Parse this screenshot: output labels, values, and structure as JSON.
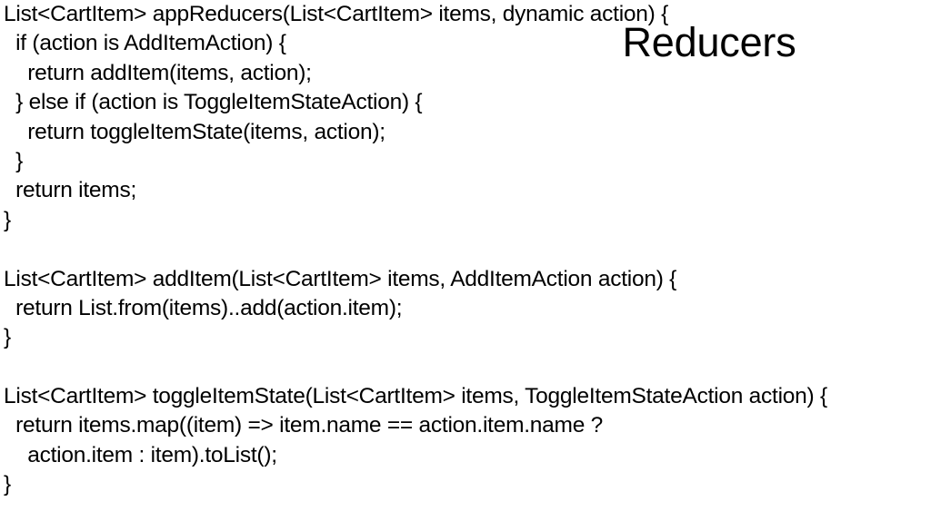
{
  "slide": {
    "title": "Reducers",
    "background_color": "#ffffff",
    "text_color": "#000000"
  },
  "code": {
    "language": "dart",
    "lines": [
      {
        "id": "line-1",
        "text": "List<CartItem> appReducers(List<CartItem> items, dynamic action) {"
      },
      {
        "id": "line-2",
        "text": "  if (action is AddItemAction) {"
      },
      {
        "id": "line-3",
        "text": "    return addItem(items, action);"
      },
      {
        "id": "line-4",
        "text": "  } else if (action is ToggleItemStateAction) {"
      },
      {
        "id": "line-5",
        "text": "    return toggleItemState(items, action);"
      },
      {
        "id": "line-6",
        "text": "  }"
      },
      {
        "id": "line-7",
        "text": "  return items;"
      },
      {
        "id": "line-8",
        "text": "}"
      },
      {
        "id": "line-9",
        "text": ""
      },
      {
        "id": "line-10",
        "text": "List<CartItem> addItem(List<CartItem> items, AddItemAction action) {"
      },
      {
        "id": "line-11",
        "text": "  return List.from(items)..add(action.item);"
      },
      {
        "id": "line-12",
        "text": "}"
      },
      {
        "id": "line-13",
        "text": ""
      },
      {
        "id": "line-14",
        "text": "List<CartItem> toggleItemState(List<CartItem> items, ToggleItemStateAction action) {"
      },
      {
        "id": "line-15",
        "text": "  return items.map((item) => item.name == action.item.name ?"
      },
      {
        "id": "line-16",
        "text": "    action.item : item).toList();"
      },
      {
        "id": "line-17",
        "text": "}"
      }
    ]
  }
}
